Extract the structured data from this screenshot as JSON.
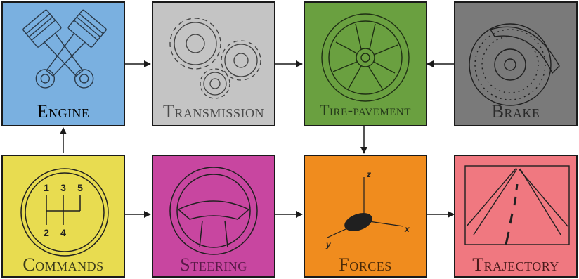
{
  "blocks": {
    "engine": {
      "label": "Engine",
      "color": "#7ab0e0"
    },
    "transmission": {
      "label": "Transmission",
      "color": "#c4c4c4"
    },
    "tire": {
      "label": "Tire-pavement",
      "color": "#6aa040"
    },
    "brake": {
      "label": "Brake",
      "color": "#7a7a7a"
    },
    "commands": {
      "label": "Commands",
      "color": "#e8dc50"
    },
    "steering": {
      "label": "Steering",
      "color": "#c846a0"
    },
    "forces": {
      "label": "Forces",
      "color": "#f08c1e"
    },
    "trajectory": {
      "label": "Trajectory",
      "color": "#f07880"
    }
  },
  "gearshift": {
    "g1": "1",
    "g2": "2",
    "g3": "3",
    "g4": "4",
    "g5": "5"
  },
  "axes": {
    "x": "x",
    "y": "y",
    "z": "z"
  },
  "connections": [
    {
      "from": "engine",
      "to": "transmission"
    },
    {
      "from": "transmission",
      "to": "tire"
    },
    {
      "from": "brake",
      "to": "tire"
    },
    {
      "from": "tire",
      "to": "forces"
    },
    {
      "from": "commands",
      "to": "engine"
    },
    {
      "from": "commands",
      "to": "steering"
    },
    {
      "from": "steering",
      "to": "forces"
    },
    {
      "from": "forces",
      "to": "trajectory"
    }
  ]
}
